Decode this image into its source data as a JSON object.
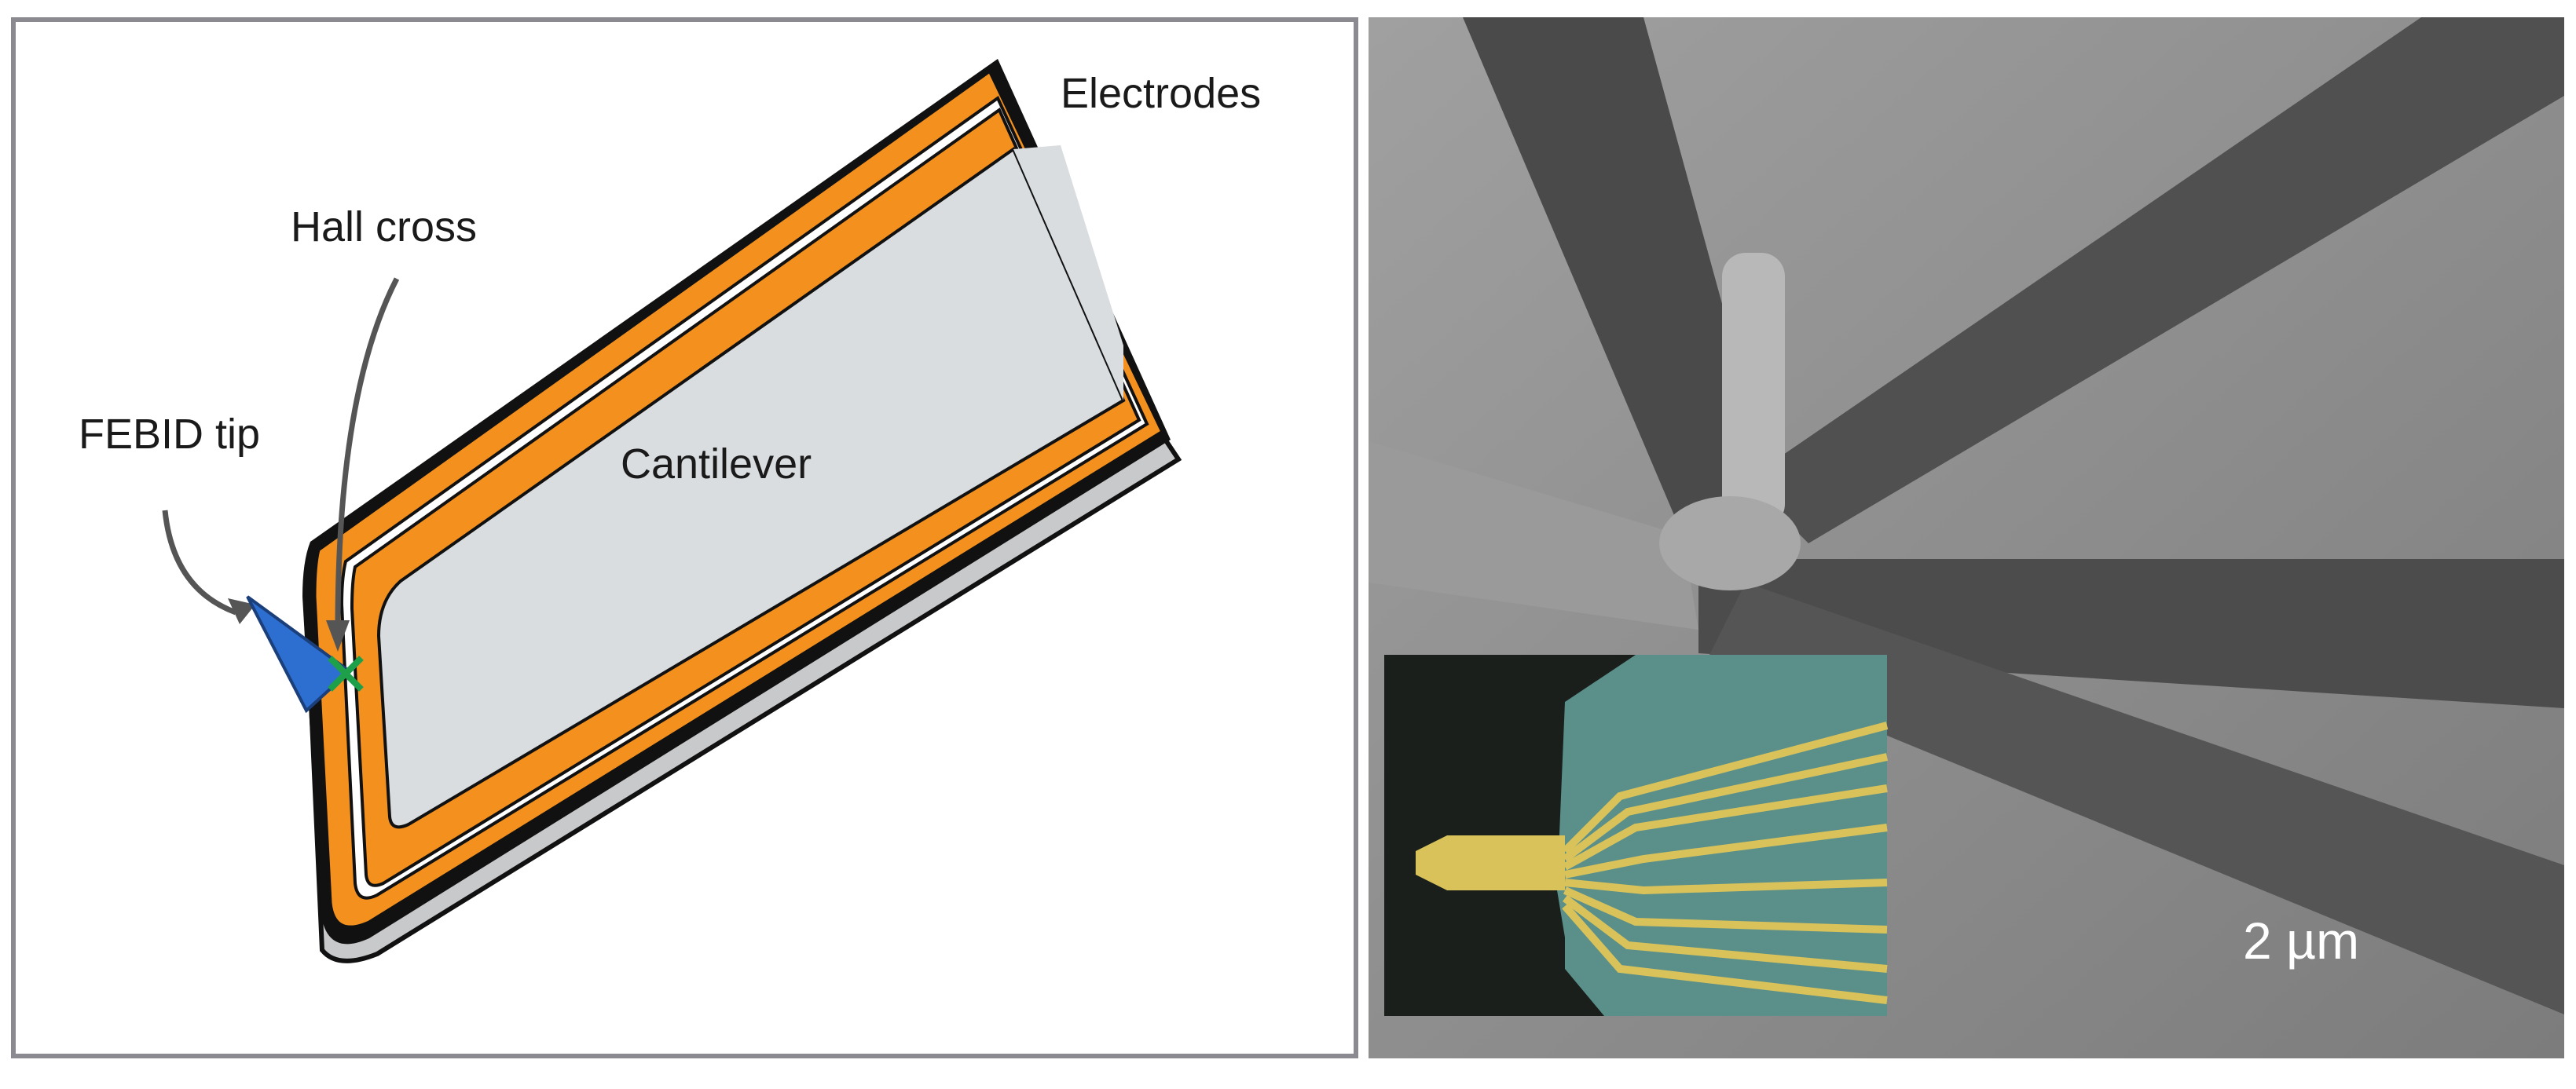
{
  "labels": {
    "electrodes": "Electrodes",
    "hall_cross": "Hall cross",
    "febid_tip": "FEBID tip",
    "cantilever": "Cantilever"
  },
  "scale_bar": {
    "label": "2 µm"
  },
  "colors": {
    "electrode": "#f4911e",
    "cantilever": "#d9dde0",
    "tip": "#2d6fd1",
    "hall_cross": "#1ea04a",
    "panel_border": "#8a8a90",
    "inset_substrate": "#5a8f8a",
    "inset_gold": "#d9c25a"
  }
}
